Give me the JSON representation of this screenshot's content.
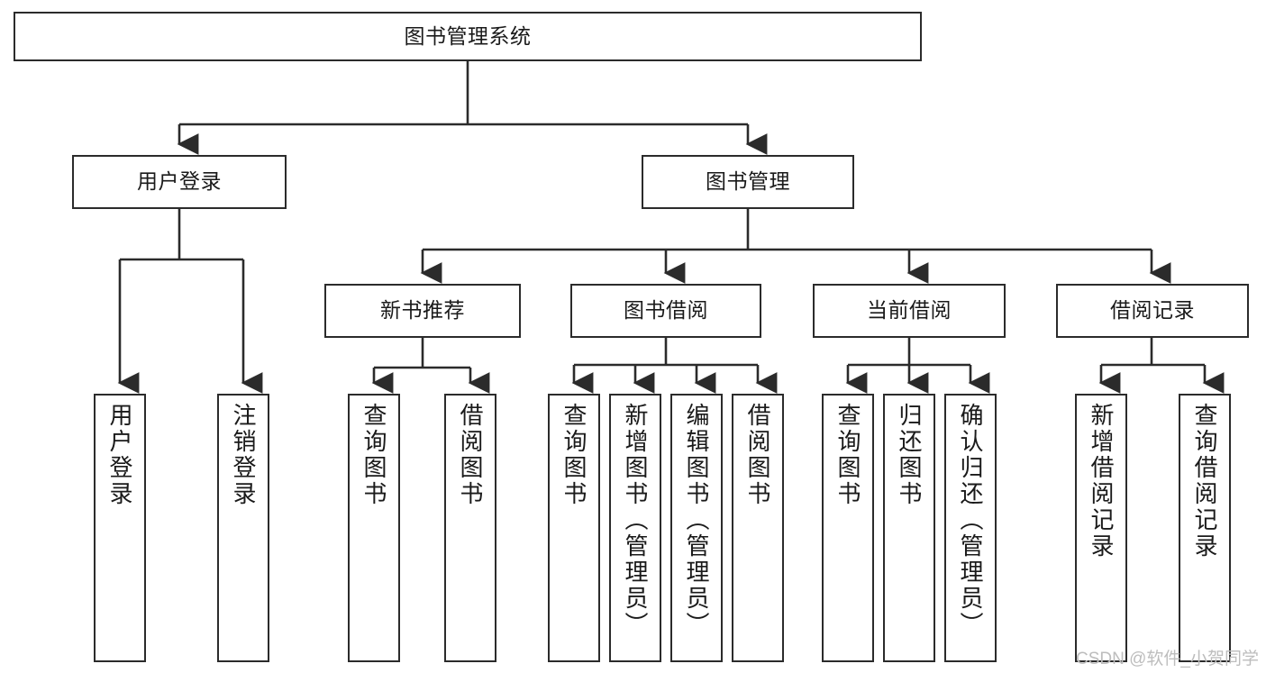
{
  "diagram": {
    "title": "图书管理系统",
    "watermark": "CSDN @软件_小贺同学",
    "line_color": "#2b2b2b",
    "box_fill": "#ffffff",
    "text_color": "#1a1a1a",
    "levels": {
      "root": {
        "label": "图书管理系统"
      },
      "level2": [
        {
          "label": "用户登录"
        },
        {
          "label": "图书管理"
        }
      ],
      "level3": [
        {
          "label": "新书推荐"
        },
        {
          "label": "图书借阅"
        },
        {
          "label": "当前借阅"
        },
        {
          "label": "借阅记录"
        }
      ],
      "level4": {
        "user_login_children": [
          {
            "label": "用户登录"
          },
          {
            "label": "注销登录"
          }
        ],
        "new_book_children": [
          {
            "label": "查询图书"
          },
          {
            "label": "借阅图书"
          }
        ],
        "book_borrow_children": [
          {
            "label": "查询图书"
          },
          {
            "label": "新增图书（管理员）"
          },
          {
            "label": "编辑图书（管理员）"
          },
          {
            "label": "借阅图书"
          }
        ],
        "current_borrow_children": [
          {
            "label": "查询图书"
          },
          {
            "label": "归还图书"
          },
          {
            "label": "确认归还（管理员）"
          }
        ],
        "borrow_record_children": [
          {
            "label": "新增借阅记录"
          },
          {
            "label": "查询借阅记录"
          }
        ]
      }
    }
  }
}
